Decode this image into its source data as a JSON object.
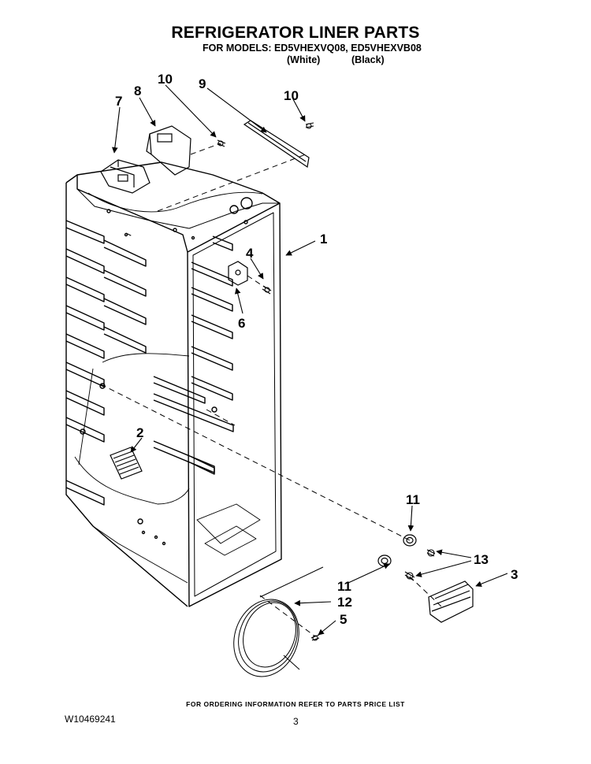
{
  "header": {
    "title": "REFRIGERATOR LINER PARTS",
    "models_line": "FOR MODELS: ED5VHEXVQ08, ED5VHEXVB08",
    "variant_white": "(White)",
    "variant_black": "(Black)"
  },
  "callouts": {
    "c1": "1",
    "c2": "2",
    "c3": "3",
    "c4": "4",
    "c5": "5",
    "c6": "6",
    "c7": "7",
    "c8": "8",
    "c9": "9",
    "c10a": "10",
    "c10b": "10",
    "c11a": "11",
    "c11b": "11",
    "c12": "12",
    "c13": "13"
  },
  "footer": {
    "ordering_note": "FOR ORDERING INFORMATION REFER TO PARTS PRICE LIST",
    "doc_number": "W10469241",
    "page_number": "3"
  }
}
